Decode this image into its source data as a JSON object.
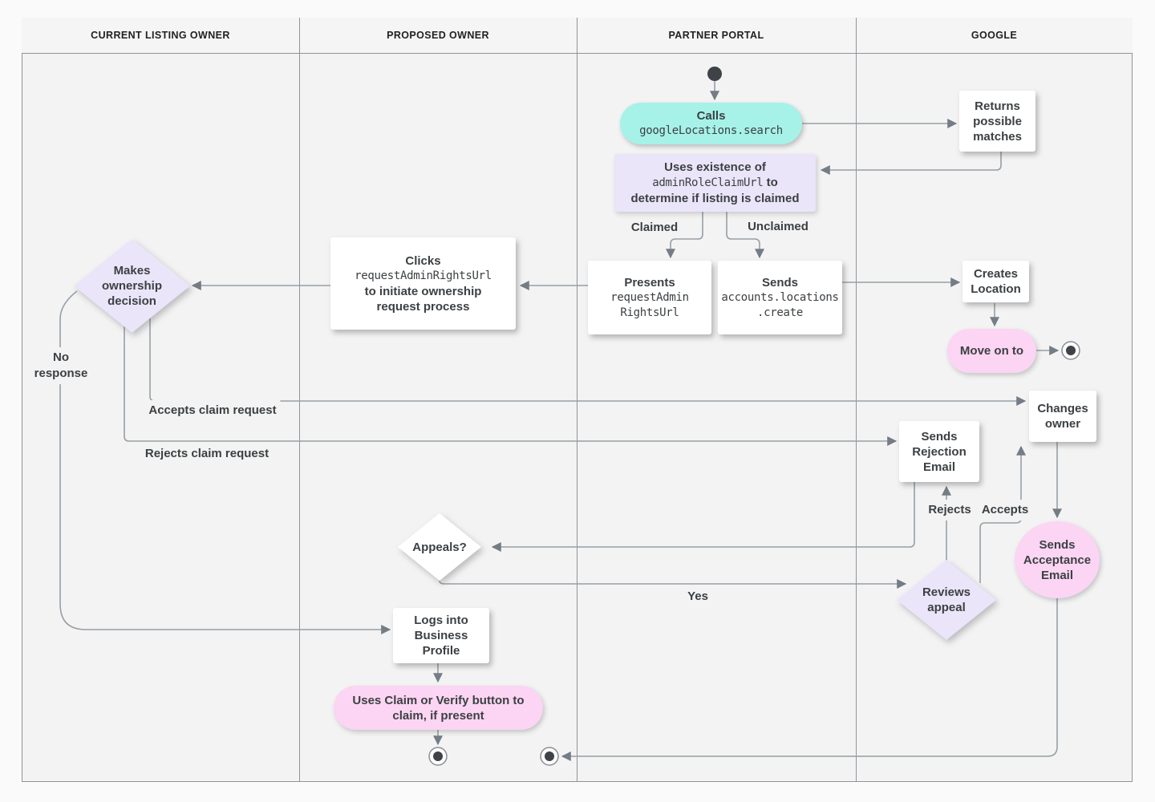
{
  "header": {
    "lanes": [
      {
        "label": "CURRENT LISTING OWNER"
      },
      {
        "label": "PROPOSED OWNER"
      },
      {
        "label": "PARTNER PORTAL"
      },
      {
        "label": "GOOGLE"
      }
    ]
  },
  "nodes": {
    "calls": {
      "title": "Calls",
      "code": "googleLocations.search"
    },
    "returns_matches": {
      "text": "Returns possible matches"
    },
    "uses_existence": {
      "line1": "Uses existence of",
      "code": "adminRoleClaimUrl",
      "line2_suffix": "to",
      "line3": "determine if listing is claimed"
    },
    "presents": {
      "title": "Presents",
      "code_line1": "requestAdmin",
      "code_line2": "RightsUrl"
    },
    "sends_create": {
      "title": "Sends",
      "code_line1": "accounts.locations",
      "code_line2": ".create"
    },
    "clicks": {
      "title": "Clicks",
      "code": "requestAdminRightsUrl",
      "line2": "to initiate ownership",
      "line3": "request process"
    },
    "makes_decision": {
      "text": "Makes ownership decision"
    },
    "creates_location": {
      "text": "Creates Location"
    },
    "move_on": {
      "text": "Move on to"
    },
    "changes_owner": {
      "text": "Changes owner"
    },
    "sends_rejection": {
      "text": "Sends Rejection Email"
    },
    "sends_acceptance": {
      "text": "Sends Acceptance Email"
    },
    "reviews_appeal": {
      "text": "Reviews appeal"
    },
    "appeals": {
      "text": "Appeals?"
    },
    "logs_into": {
      "text": "Logs into Business Profile"
    },
    "uses_claim": {
      "text": "Uses Claim or Verify button to claim, if present"
    }
  },
  "edge_labels": {
    "claimed": "Claimed",
    "unclaimed": "Unclaimed",
    "no_response": "No response",
    "accepts_claim": "Accepts claim request",
    "rejects_claim": "Rejects claim request",
    "rejects": "Rejects",
    "accepts": "Accepts",
    "yes": "Yes"
  },
  "colors": {
    "teal": "#a6f2e8",
    "purple": "#eae5f9",
    "pink": "#fbd5f3",
    "lane_bg": "#f3f3f3",
    "line": "#98a0a6",
    "arrow": "#747c85",
    "text": "#3c4043"
  }
}
